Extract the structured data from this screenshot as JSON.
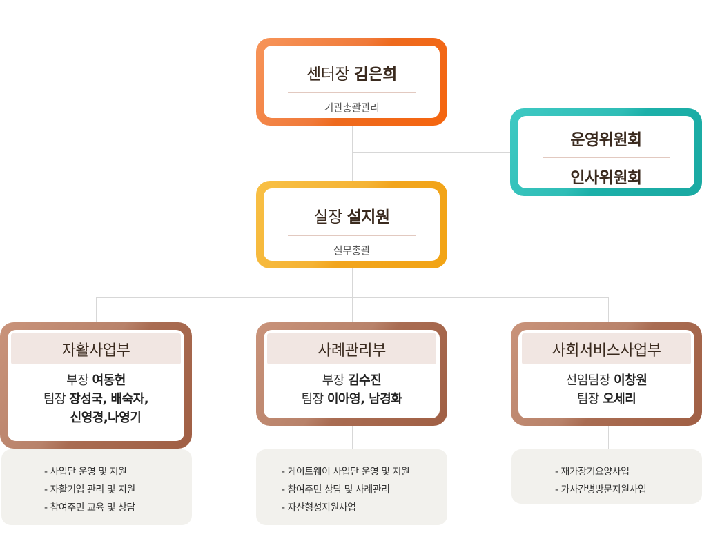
{
  "director": {
    "role": "센터장",
    "name": "김은희",
    "duty": "기관총괄관리"
  },
  "committees": {
    "line1": "운영위원회",
    "line2": "인사위원회"
  },
  "manager": {
    "role": "실장",
    "name": "설지원",
    "duty": "실무총괄"
  },
  "departments": [
    {
      "name": "자활사업부",
      "head_role": "부장",
      "head_name": "여동헌",
      "team_role": "팀장",
      "team_names_1": "장성국, 배숙자,",
      "team_names_2": "신영경,나영기",
      "duties": [
        "- 사업단 운영 및 지원",
        "- 자활기업 관리 및 지원",
        "- 참여주민 교육 및 상담"
      ]
    },
    {
      "name": "사례관리부",
      "head_role": "부장",
      "head_name": "김수진",
      "team_role": "팀장",
      "team_names_1": "이아영, 남경화",
      "duties": [
        "- 게이트웨이 사업단 운영 및 지원",
        "- 참여주민 상담 및 사례관리",
        "- 자산형성지원사업"
      ]
    },
    {
      "name": "사회서비스사업부",
      "head_role": "선임팀장",
      "head_name": "이창원",
      "team_role": "팀장",
      "team_names_1": "오세리",
      "duties": [
        "- 재가장기요양사업",
        "- 가사간병방문지원사업"
      ]
    }
  ],
  "colors": {
    "director_frame": "#f06e22",
    "committee_frame": "#22b5ae",
    "manager_frame": "#f4ad22",
    "department_frame": "#a96c52",
    "connector": "#d7d7d7",
    "duty_box": "#f2f1ed"
  }
}
